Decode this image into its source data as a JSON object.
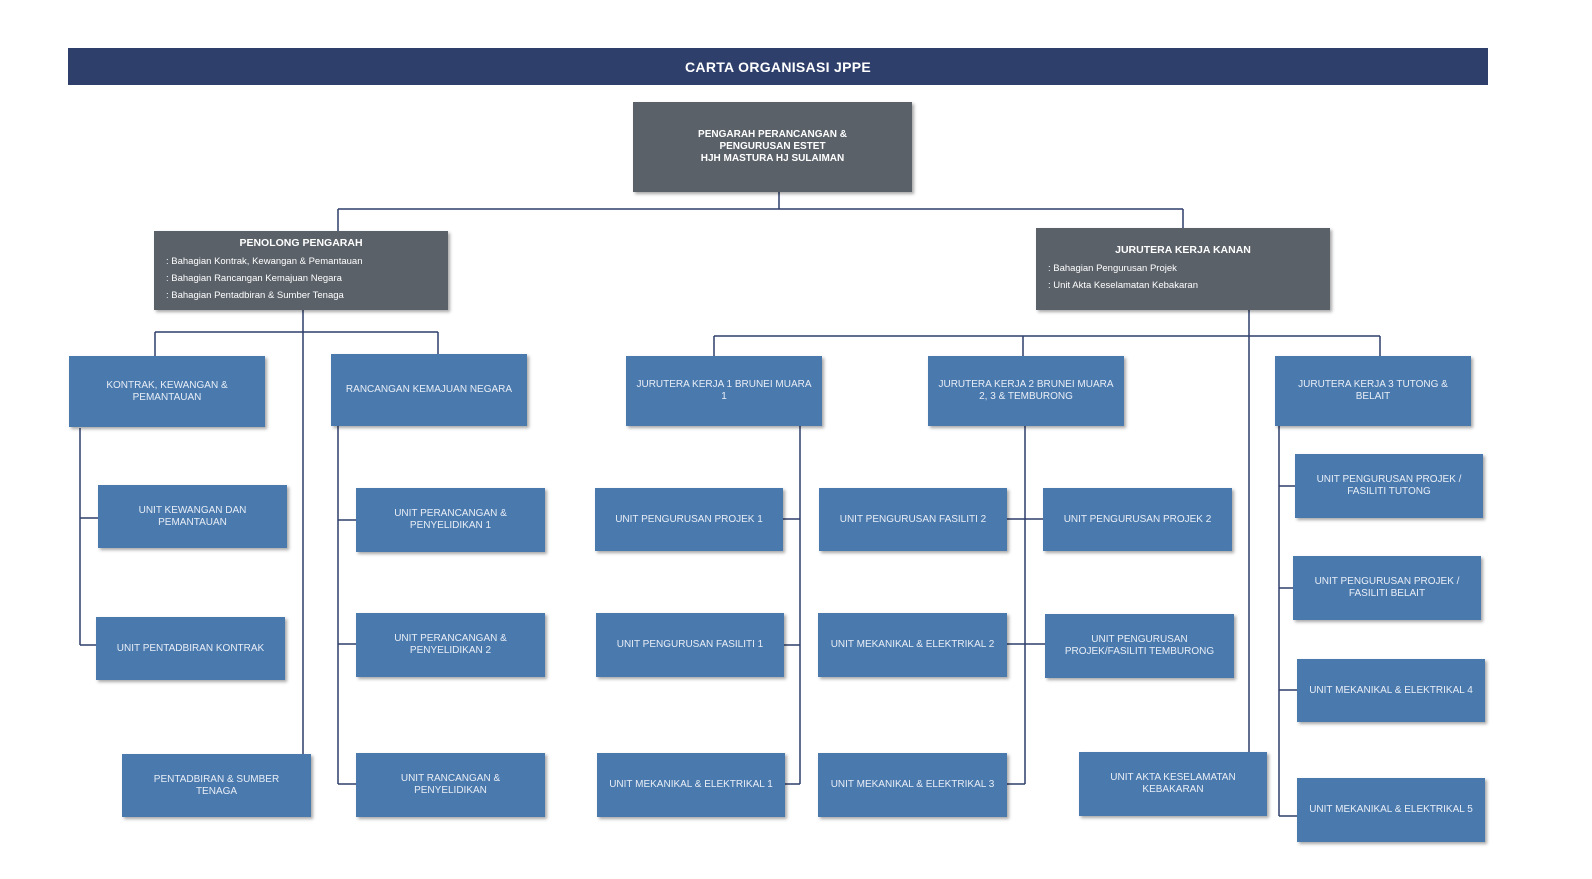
{
  "title": "CARTA ORGANISASI JPPE",
  "director": {
    "lines": [
      "PENGARAH PERANCANGAN &",
      "PENGURUSAN ESTET",
      "HJH MASTURA HJ SULAIMAN"
    ]
  },
  "assistant_director": {
    "title": "PENOLONG PENGARAH",
    "items": [
      ": Bahagian Kontrak, Kewangan & Pemantauan",
      ": Bahagian Rancangan Kemajuan Negara",
      ": Bahagian Pentadbiran & Sumber Tenaga"
    ]
  },
  "senior_engineer": {
    "title": "JURUTERA KERJA KANAN",
    "items": [
      ": Bahagian Pengurusan Projek",
      ": Unit Akta Keselamatan Kebakaran"
    ]
  },
  "units": {
    "kontrak": "KONTRAK, KEWANGAN & PEMANTAUAN",
    "rancangan": "RANCANGAN KEMAJUAN NEGARA",
    "jk1": "JURUTERA KERJA 1 BRUNEI MUARA 1",
    "jk2": "JURUTERA KERJA 2 BRUNEI MUARA 2, 3 & TEMBURONG",
    "jk3": "JURUTERA KERJA 3 TUTONG & BELAIT",
    "unit_kewangan": "UNIT KEWANGAN DAN PEMANTAUAN",
    "unit_pentadbiran_kontrak": "UNIT PENTADBIRAN KONTRAK",
    "pentadbiran_sumber": "PENTADBIRAN & SUMBER TENAGA",
    "upp1": "UNIT PERANCANGAN & PENYELIDIKAN 1",
    "upp2": "UNIT PERANCANGAN & PENYELIDIKAN 2",
    "urp": "UNIT RANCANGAN & PENYELIDIKAN",
    "upprojek1": "UNIT PENGURUSAN PROJEK 1",
    "upfasiliti1": "UNIT PENGURUSAN FASILITI 1",
    "ume1": "UNIT MEKANIKAL & ELEKTRIKAL 1",
    "upfasiliti2": "UNIT PENGURUSAN FASILITI 2",
    "ume2": "UNIT MEKANIKAL & ELEKTRIKAL 2",
    "ume3": "UNIT MEKANIKAL & ELEKTRIKAL 3",
    "upprojek2": "UNIT PENGURUSAN PROJEK 2",
    "upptemburong": "UNIT PENGURUSAN PROJEK/FASILITI TEMBURONG",
    "uakk": "UNIT AKTA KESELAMATAN KEBAKARAN",
    "uptutong": "UNIT PENGURUSAN PROJEK / FASILITI TUTONG",
    "upbelait": "UNIT PENGURUSAN PROJEK / FASILITI BELAIT",
    "ume4": "UNIT MEKANIKAL & ELEKTRIKAL 4",
    "ume5": "UNIT MEKANIKAL & ELEKTRIKAL 5"
  }
}
